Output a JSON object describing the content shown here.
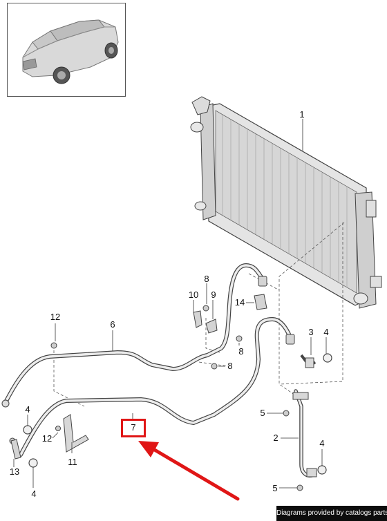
{
  "callouts": {
    "c1": "1",
    "c2": "2",
    "c3": "3",
    "c4a": "4",
    "c4b": "4",
    "c4c": "4",
    "c4d": "4",
    "c5a": "5",
    "c5b": "5",
    "c6": "6",
    "c7": "7",
    "c8a": "8",
    "c8b": "8",
    "c8c": "8",
    "c9": "9",
    "c10": "10",
    "c11": "11",
    "c12a": "12",
    "c12b": "12",
    "c13": "13",
    "c14": "14"
  },
  "credit": "Diagrams provided by catalogs parts",
  "colors": {
    "highlight": "#e01616",
    "line": "#333333",
    "part_fill": "#e6e6e6",
    "credit_bg": "#0d0d0d"
  },
  "icons": {
    "vehicle": "suv-thumbnail",
    "pointer": "red-arrow"
  }
}
